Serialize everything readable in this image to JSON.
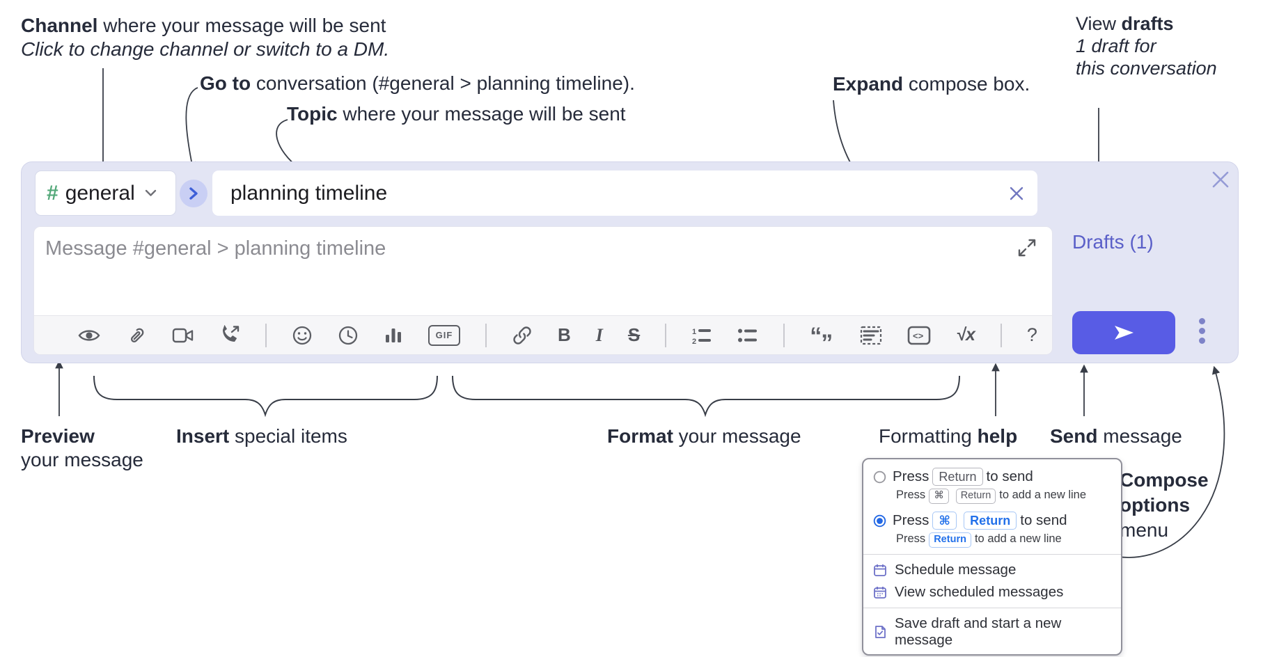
{
  "annotations": {
    "channel": {
      "bold": "Channel",
      "rest": " where your message will be sent",
      "line2": "Click to change channel or switch to a DM."
    },
    "goto": {
      "bold": "Go to",
      "rest": " conversation (#general > planning timeline)."
    },
    "topic": {
      "bold": "Topic",
      "rest": " where your message will be sent"
    },
    "expand": {
      "bold": "Expand",
      "rest": " compose box."
    },
    "drafts": {
      "line1_pre": "View ",
      "line1_bold": "drafts",
      "line2": "1 draft for",
      "line3": "this conversation"
    },
    "preview": {
      "bold": "Preview",
      "line2": "your message"
    },
    "insert": {
      "bold": "Insert",
      "rest": " special items"
    },
    "format": {
      "bold": "Format",
      "rest": " your message"
    },
    "help": {
      "pre": "Formatting ",
      "bold": "help"
    },
    "send": {
      "bold": "Send",
      "rest": " message"
    },
    "compose_menu": {
      "line1": "Compose",
      "line2": "options",
      "line3": "menu"
    }
  },
  "composer": {
    "channel_hash": "#",
    "channel_name": "general",
    "topic_value": "planning timeline",
    "message_placeholder": "Message #general > planning timeline",
    "drafts_link": "Drafts (1)",
    "toolbar_icons": {
      "gif": "GIF",
      "bold": "B",
      "italic": "I",
      "strike": "S",
      "code": "<>",
      "math": "√x",
      "help": "?",
      "quote_open": "“",
      "quote_close": "”"
    }
  },
  "popup": {
    "option1": {
      "press": "Press",
      "key": "Return",
      "tail": "to send",
      "sub_press": "Press",
      "sub_key1": "⌘",
      "sub_key2": "Return",
      "sub_tail": "to add a new line"
    },
    "option2": {
      "press": "Press",
      "key1": "⌘",
      "key2": "Return",
      "tail": "to send",
      "sub_press": "Press",
      "sub_key": "Return",
      "sub_tail": "to add a new line"
    },
    "items": {
      "schedule": "Schedule message",
      "view": "View scheduled messages",
      "save": "Save draft and start a new message"
    }
  },
  "colors": {
    "accent_send": "#585ce5",
    "container": "#e3e5f4",
    "hash_green": "#53a879",
    "drafts_link": "#5a5fc8",
    "radio_blue": "#2368e4",
    "goto_chevron": "#3e5fd8"
  }
}
